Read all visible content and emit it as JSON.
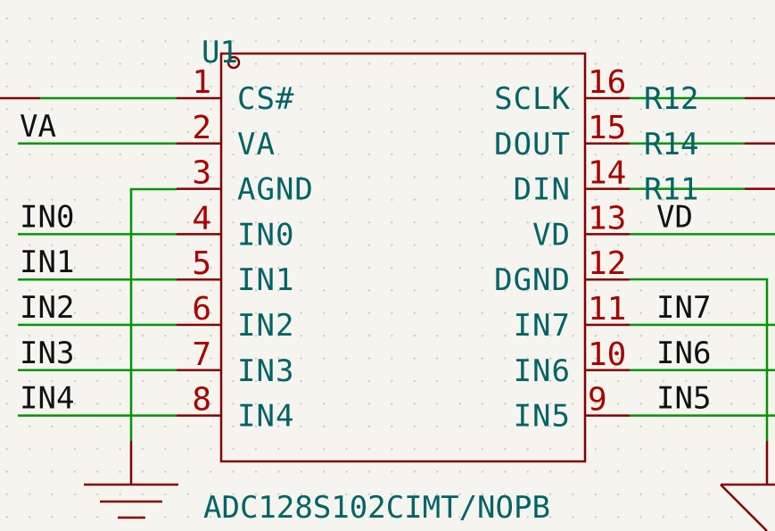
{
  "component": {
    "reference": "U1",
    "value": "ADC128S102CIMT/NOPB"
  },
  "left_pins": [
    {
      "num": "1",
      "name": "CS#"
    },
    {
      "num": "2",
      "name": "VA"
    },
    {
      "num": "3",
      "name": "AGND"
    },
    {
      "num": "4",
      "name": "IN0"
    },
    {
      "num": "5",
      "name": "IN1"
    },
    {
      "num": "6",
      "name": "IN2"
    },
    {
      "num": "7",
      "name": "IN3"
    },
    {
      "num": "8",
      "name": "IN4"
    }
  ],
  "right_pins": [
    {
      "num": "16",
      "name": "SCLK"
    },
    {
      "num": "15",
      "name": "DOUT"
    },
    {
      "num": "14",
      "name": "DIN"
    },
    {
      "num": "13",
      "name": "VD"
    },
    {
      "num": "12",
      "name": "DGND"
    },
    {
      "num": "11",
      "name": "IN7"
    },
    {
      "num": "10",
      "name": "IN6"
    },
    {
      "num": "9",
      "name": "IN5"
    }
  ],
  "left_nets": [
    "",
    "VA",
    "",
    "IN0",
    "IN1",
    "IN2",
    "IN3",
    "IN4"
  ],
  "right_nets": [
    "R12",
    "R14",
    "R11",
    "VD",
    "",
    "IN7",
    "IN6",
    "IN5"
  ],
  "colors": {
    "component_outline": "#840000",
    "pin_number": "#a90000",
    "pin_name": "#006464",
    "wire": "#009600",
    "net_label": "#111111",
    "background": "#f5f4ef"
  }
}
